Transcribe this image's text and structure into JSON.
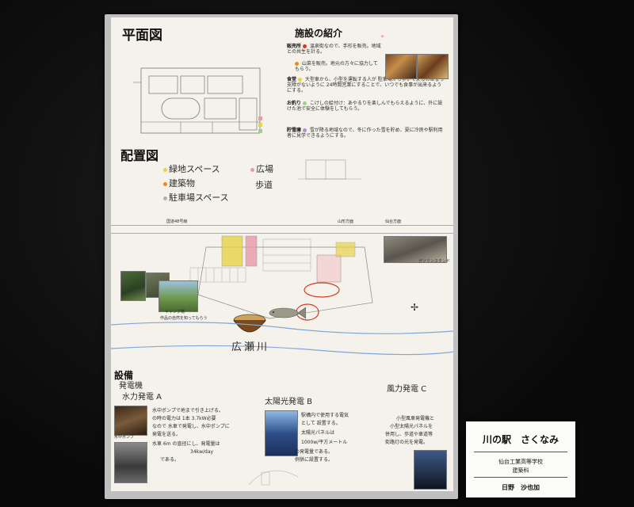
{
  "poster": {
    "plan_title": "平面図",
    "layout_title": "配置図",
    "facility_title": "施設の紹介",
    "legend": [
      "緑地スペース",
      "建築物",
      "駐車場スペース",
      "広場",
      "歩道"
    ],
    "road_label": "国道48号線",
    "river_label": "広瀬川",
    "equipment_title": "設備",
    "gen_title": "発電機",
    "hydro_title": "水力発電 A",
    "solar_title": "太陽光発電 B",
    "wind_title": "風力発電 C",
    "hydro_text": [
      "水中ポンプで地まで引き上げる。",
      "の時の電力は 1本 3.7kW必要",
      "なので 水車で発電し、水中ポンプに",
      "発電を送る。",
      "水車 6m の直径にし、発電量は",
      "34kw/day",
      "である。"
    ],
    "solar_text": [
      "駅構内で使用する電気",
      "として 設置する。",
      "太陽光パネルは",
      "1000w/平方メートル",
      "の発電量である。",
      "例供に設置する。"
    ],
    "wind_text": [
      "小型風車発電機と",
      "小型太陽光パネルを",
      "併用し、歩道や車道等",
      "街路灯の光を発電。"
    ],
    "facility_items": [
      "温泉街なので、手形を販売。地域との共生を計る。",
      "山菜を販売。地元の方々に協力してもらう。",
      "大型車から、小型を運転する人が 駐車場から歩いて来るのあまり支障がないように 24時間営業にすることで、いつでも食事が出来るようにする。",
      "こけしの絵付け：あやるりを楽しんでもらえるように、外に設けた池で安全に体験をしてもらう。",
      "雪が降る地域なので、冬に作った雪を貯め、夏に冷房や駅利用者に見学できるようにする。"
    ],
    "labels": [
      "販売所",
      "食堂",
      "お釣り",
      "貯雪庫",
      "ガソリンスタンド",
      "キャンプ場",
      "作品の自然を知ってもらう",
      "仙台方面",
      "山形方面"
    ]
  },
  "card": {
    "title": "川の駅　さくなみ",
    "school": "仙台工業高等学校",
    "department": "建築科",
    "author": "日野　沙也加"
  },
  "colors": {
    "wall": "#0d0d0d",
    "paper": "#f4f2ea",
    "red_circle": "#d9381e",
    "highlight_yellow": "#e8d24a",
    "highlight_pink": "#e79aa8"
  }
}
